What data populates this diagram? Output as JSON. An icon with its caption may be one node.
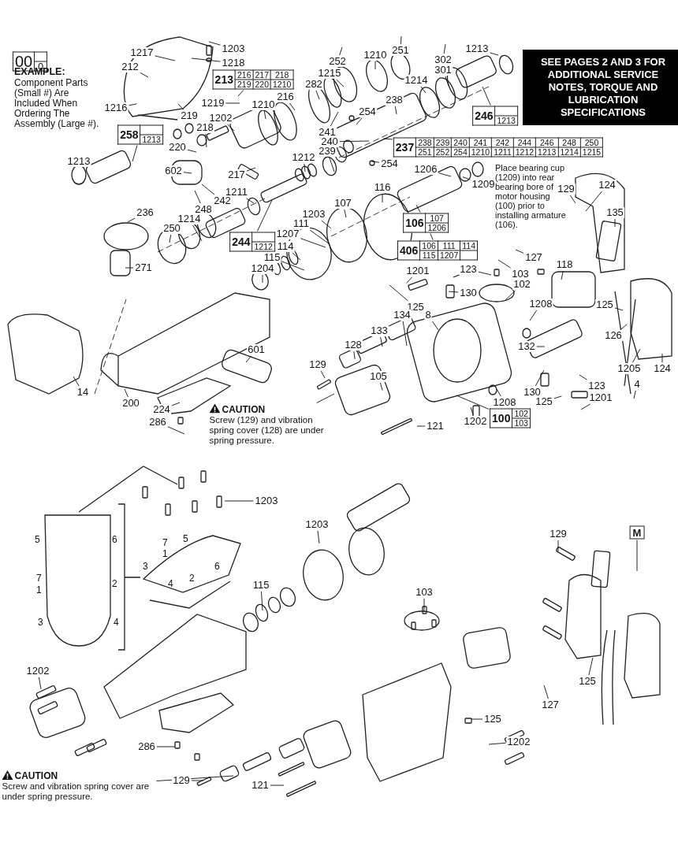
{
  "diagram": {
    "nodes": [
      {
        "text": [
          "00",
          "0"
        ]
      },
      {
        "text": [
          "1217"
        ]
      },
      {
        "text": [
          "1203"
        ]
      },
      {
        "text": [
          "1218"
        ]
      },
      {
        "text": [
          "212"
        ]
      },
      {
        "text": [
          "1216"
        ]
      },
      {
        "text": [
          "213",
          "216",
          "217",
          "218",
          "219",
          "220",
          "1210"
        ]
      },
      {
        "text": [
          "1219"
        ]
      },
      {
        "text": [
          "1210"
        ]
      },
      {
        "text": [
          "216"
        ]
      },
      {
        "text": [
          "282"
        ]
      },
      {
        "text": [
          "1215"
        ]
      },
      {
        "text": [
          "252"
        ]
      },
      {
        "text": [
          "1210"
        ]
      },
      {
        "text": [
          "251"
        ]
      },
      {
        "text": [
          "1213"
        ]
      },
      {
        "text": [
          "302"
        ]
      },
      {
        "text": [
          "301"
        ]
      },
      {
        "text": [
          "1214"
        ]
      },
      {
        "text": [
          "SEE PAGES 2 AND 3 FOR ADDITIONAL SERVICE NOTES, TORQUE AND LUBRICATION SPECIFICATIONS"
        ]
      },
      {
        "text": [
          "219"
        ]
      },
      {
        "text": [
          "1202"
        ]
      },
      {
        "text": [
          "218"
        ]
      },
      {
        "text": [
          "220"
        ]
      },
      {
        "text": [
          "258",
          "1213"
        ]
      },
      {
        "text": [
          "1213"
        ]
      },
      {
        "text": [
          "602"
        ]
      },
      {
        "text": [
          "217"
        ]
      },
      {
        "text": [
          "254"
        ]
      },
      {
        "text": [
          "238"
        ]
      },
      {
        "text": [
          "241"
        ]
      },
      {
        "text": [
          "240"
        ]
      },
      {
        "text": [
          "239"
        ]
      },
      {
        "text": [
          "1212"
        ]
      },
      {
        "text": [
          "237",
          "238",
          "239",
          "240",
          "241",
          "242",
          "244",
          "246",
          "248",
          "250",
          "251",
          "252",
          "254",
          "1210",
          "1211",
          "1212",
          "1213",
          "1214",
          "1215"
        ]
      },
      {
        "text": [
          "254"
        ]
      },
      {
        "text": [
          "1206"
        ]
      },
      {
        "text": [
          "1209"
        ]
      },
      {
        "text": [
          "116"
        ]
      },
      {
        "text": [
          "129"
        ]
      },
      {
        "text": [
          "124"
        ]
      },
      {
        "text": [
          "1211"
        ]
      },
      {
        "text": [
          "242"
        ]
      },
      {
        "text": [
          "236"
        ]
      },
      {
        "text": [
          "248"
        ]
      },
      {
        "text": [
          "1214"
        ]
      },
      {
        "text": [
          "250"
        ]
      },
      {
        "text": [
          "107"
        ]
      },
      {
        "text": [
          "106",
          "107",
          "1206"
        ]
      },
      {
        "text": [
          "135"
        ]
      },
      {
        "text": [
          "1203"
        ]
      },
      {
        "text": [
          "111"
        ]
      },
      {
        "text": [
          "1207"
        ]
      },
      {
        "text": [
          "244",
          "1212"
        ]
      },
      {
        "text": [
          "406",
          "106",
          "111",
          "114",
          "115",
          "1207"
        ]
      },
      {
        "text": [
          "114"
        ]
      },
      {
        "text": [
          "115"
        ]
      },
      {
        "text": [
          "271"
        ]
      },
      {
        "text": [
          "1204"
        ]
      },
      {
        "text": [
          "127"
        ]
      },
      {
        "text": [
          "1201"
        ]
      },
      {
        "text": [
          "123"
        ]
      },
      {
        "text": [
          "118"
        ]
      },
      {
        "text": [
          "103"
        ]
      },
      {
        "text": [
          "102"
        ]
      },
      {
        "text": [
          "125"
        ]
      },
      {
        "text": [
          "130"
        ]
      },
      {
        "text": [
          "125"
        ]
      },
      {
        "text": [
          "8"
        ]
      },
      {
        "text": [
          "1208"
        ]
      },
      {
        "text": [
          "134"
        ]
      },
      {
        "text": [
          "133"
        ]
      },
      {
        "text": [
          "126"
        ]
      },
      {
        "text": [
          "128"
        ]
      },
      {
        "text": [
          "132"
        ]
      },
      {
        "text": [
          "601"
        ]
      },
      {
        "text": [
          "129"
        ]
      },
      {
        "text": [
          "1205"
        ]
      },
      {
        "text": [
          "124"
        ]
      },
      {
        "text": [
          "105"
        ]
      },
      {
        "text": [
          "4"
        ]
      },
      {
        "text": [
          "123"
        ]
      },
      {
        "text": [
          "14"
        ]
      },
      {
        "text": [
          "130"
        ]
      },
      {
        "text": [
          "1201"
        ]
      },
      {
        "text": [
          "1208"
        ]
      },
      {
        "text": [
          "125"
        ]
      },
      {
        "text": [
          "200"
        ]
      },
      {
        "text": [
          "224"
        ]
      },
      {
        "text": [
          "CAUTION",
          "Screw (129) and vibration spring cover (128) are under spring pressure."
        ]
      },
      {
        "text": [
          "100",
          "102",
          "103"
        ]
      },
      {
        "text": [
          "286"
        ]
      },
      {
        "text": [
          "1202"
        ]
      },
      {
        "text": [
          "121"
        ]
      },
      {
        "text": [
          "1203"
        ]
      },
      {
        "text": [
          "1203"
        ]
      },
      {
        "text": [
          "M"
        ]
      },
      {
        "text": [
          "129"
        ]
      },
      {
        "text": [
          "115"
        ]
      },
      {
        "text": [
          "103"
        ]
      },
      {
        "text": [
          "1202"
        ]
      },
      {
        "text": [
          "125"
        ]
      },
      {
        "text": [
          "127"
        ]
      },
      {
        "text": [
          "125"
        ]
      },
      {
        "text": [
          "1202"
        ]
      },
      {
        "text": [
          "286"
        ]
      },
      {
        "text": [
          "CAUTION",
          "Screw and vibration spring cover are under spring pressure."
        ]
      },
      {
        "text": [
          "129"
        ]
      },
      {
        "text": [
          "121"
        ]
      },
      {
        "text": [
          "246",
          "1213"
        ]
      }
    ],
    "edges": [
      {
        "from": 1,
        "to": null,
        "arrow": "none"
      },
      {
        "from": 2,
        "to": null,
        "arrow": "none"
      },
      {
        "from": 3,
        "to": null,
        "arrow": "none"
      },
      {
        "from": 4,
        "to": null,
        "arrow": "none"
      },
      {
        "from": 5,
        "to": null,
        "arrow": "none"
      },
      {
        "from": 6,
        "to": null,
        "arrow": "none"
      },
      {
        "from": 7,
        "to": null,
        "arrow": "none"
      },
      {
        "from": 8,
        "to": null,
        "arrow": "none"
      },
      {
        "from": 9,
        "to": null,
        "arrow": "none"
      },
      {
        "from": 10,
        "to": null,
        "arrow": "none"
      },
      {
        "from": 11,
        "to": null,
        "arrow": "none"
      },
      {
        "from": 12,
        "to": null,
        "arrow": "none"
      },
      {
        "from": 13,
        "to": null,
        "arrow": "none"
      },
      {
        "from": 14,
        "to": null,
        "arrow": "none"
      },
      {
        "from": 15,
        "to": null,
        "arrow": "none"
      },
      {
        "from": 16,
        "to": null,
        "arrow": "none"
      },
      {
        "from": 17,
        "to": null,
        "arrow": "none"
      },
      {
        "from": 18,
        "to": null,
        "arrow": "none"
      },
      {
        "from": 20,
        "to": null,
        "arrow": "none"
      },
      {
        "from": 21,
        "to": null,
        "arrow": "none"
      },
      {
        "from": 22,
        "to": null,
        "arrow": "none"
      },
      {
        "from": 23,
        "to": null,
        "arrow": "none"
      },
      {
        "from": 24,
        "to": null,
        "arrow": "none"
      },
      {
        "from": 26,
        "to": null,
        "arrow": "none"
      },
      {
        "from": 27,
        "to": null,
        "arrow": "none"
      },
      {
        "from": 28,
        "to": null,
        "arrow": "none"
      },
      {
        "from": 29,
        "to": null,
        "arrow": "none"
      },
      {
        "from": 30,
        "to": null,
        "arrow": "none"
      },
      {
        "from": 31,
        "to": null,
        "arrow": "none"
      },
      {
        "from": 32,
        "to": null,
        "arrow": "none"
      },
      {
        "from": 33,
        "to": null,
        "arrow": "none"
      },
      {
        "from": 34,
        "to": null,
        "arrow": "none"
      },
      {
        "from": 35,
        "to": null,
        "arrow": "none"
      },
      {
        "from": 36,
        "to": null,
        "arrow": "none"
      },
      {
        "from": 37,
        "to": null,
        "arrow": "none"
      },
      {
        "from": 38,
        "to": null,
        "arrow": "none"
      },
      {
        "from": 39,
        "to": null,
        "arrow": "none"
      },
      {
        "from": 40,
        "to": null,
        "arrow": "none"
      },
      {
        "from": 41,
        "to": null,
        "arrow": "none"
      },
      {
        "from": 42,
        "to": null,
        "arrow": "none"
      },
      {
        "from": 43,
        "to": null,
        "arrow": "none"
      },
      {
        "from": 44,
        "to": null,
        "arrow": "none"
      },
      {
        "from": 45,
        "to": null,
        "arrow": "none"
      },
      {
        "from": 46,
        "to": null,
        "arrow": "none"
      },
      {
        "from": 47,
        "to": null,
        "arrow": "none"
      },
      {
        "from": 48,
        "to": null,
        "arrow": "none"
      },
      {
        "from": 49,
        "to": null,
        "arrow": "none"
      },
      {
        "from": 50,
        "to": null,
        "arrow": "none"
      },
      {
        "from": 51,
        "to": null,
        "arrow": "none"
      },
      {
        "from": 52,
        "to": null,
        "arrow": "none"
      },
      {
        "from": 53,
        "to": null,
        "arrow": "none"
      },
      {
        "from": 54,
        "to": 48,
        "arrow": "none"
      },
      {
        "from": 55,
        "to": null,
        "arrow": "none"
      },
      {
        "from": 56,
        "to": null,
        "arrow": "none"
      },
      {
        "from": 57,
        "to": null,
        "arrow": "none"
      },
      {
        "from": 58,
        "to": null,
        "arrow": "none"
      },
      {
        "from": 59,
        "to": null,
        "arrow": "none"
      },
      {
        "from": 60,
        "to": null,
        "arrow": "none"
      },
      {
        "from": 61,
        "to": null,
        "arrow": "none"
      },
      {
        "from": 62,
        "to": null,
        "arrow": "none"
      },
      {
        "from": 63,
        "to": null,
        "arrow": "none"
      },
      {
        "from": 64,
        "to": null,
        "arrow": "none"
      },
      {
        "from": 65,
        "to": null,
        "arrow": "none"
      },
      {
        "from": 66,
        "to": null,
        "arrow": "none"
      },
      {
        "from": 67,
        "to": null,
        "arrow": "none"
      },
      {
        "from": 68,
        "to": null,
        "arrow": "none"
      },
      {
        "from": 69,
        "to": null,
        "arrow": "none"
      },
      {
        "from": 70,
        "to": null,
        "arrow": "none"
      },
      {
        "from": 71,
        "to": null,
        "arrow": "none"
      },
      {
        "from": 72,
        "to": null,
        "arrow": "none"
      },
      {
        "from": 73,
        "to": null,
        "arrow": "none"
      },
      {
        "from": 74,
        "to": null,
        "arrow": "none"
      },
      {
        "from": 75,
        "to": null,
        "arrow": "none"
      },
      {
        "from": 76,
        "to": null,
        "arrow": "none"
      },
      {
        "from": 77,
        "to": null,
        "arrow": "none"
      },
      {
        "from": 78,
        "to": null,
        "arrow": "none"
      },
      {
        "from": 79,
        "to": null,
        "arrow": "none"
      },
      {
        "from": 80,
        "to": null,
        "arrow": "none"
      },
      {
        "from": 81,
        "to": null,
        "arrow": "none"
      },
      {
        "from": 82,
        "to": null,
        "arrow": "none"
      },
      {
        "from": 83,
        "to": null,
        "arrow": "none"
      },
      {
        "from": 84,
        "to": null,
        "arrow": "none"
      },
      {
        "from": 85,
        "to": null,
        "arrow": "none"
      },
      {
        "from": 86,
        "to": null,
        "arrow": "none"
      },
      {
        "from": 87,
        "to": null,
        "arrow": "none"
      },
      {
        "from": 88,
        "to": null,
        "arrow": "none"
      },
      {
        "from": 89,
        "to": null,
        "arrow": "none"
      },
      {
        "from": 90,
        "to": null,
        "arrow": "none"
      },
      {
        "from": 91,
        "to": null,
        "arrow": "none"
      },
      {
        "from": 92,
        "to": null,
        "arrow": "none"
      },
      {
        "from": 93,
        "to": null,
        "arrow": "none"
      },
      {
        "from": 94,
        "to": null,
        "arrow": "none"
      },
      {
        "from": 95,
        "to": null,
        "arrow": "none"
      },
      {
        "from": 96,
        "to": null,
        "arrow": "none"
      },
      {
        "from": 97,
        "to": null,
        "arrow": "none"
      },
      {
        "from": 98,
        "to": null,
        "arrow": "none"
      },
      {
        "from": 99,
        "to": null,
        "arrow": "none"
      },
      {
        "from": 100,
        "to": null,
        "arrow": "none"
      },
      {
        "from": 101,
        "to": null,
        "arrow": "none"
      },
      {
        "from": 102,
        "to": null,
        "arrow": "none"
      },
      {
        "from": 103,
        "to": null,
        "arrow": "none"
      },
      {
        "from": 104,
        "to": null,
        "arrow": "none"
      },
      {
        "from": 105,
        "to": null,
        "arrow": "none"
      },
      {
        "from": 106,
        "to": null,
        "arrow": "none"
      },
      {
        "from": 107,
        "to": null,
        "arrow": "none"
      },
      {
        "from": 108,
        "to": null,
        "arrow": "none"
      },
      {
        "from": 109,
        "to": null,
        "arrow": "none"
      }
    ],
    "labels": [
      "EXAMPLE:",
      "Component Parts (Small #) Are Included When Ordering The Assembly (Large #).",
      "Place bearing cup (1209) into rear bearing bore of motor housing (100) prior to installing armature (106).",
      "5",
      "6",
      "7",
      "1",
      "2",
      "3",
      "4",
      "7",
      "5",
      "1",
      "3",
      "6",
      "2",
      "4"
    ]
  }
}
